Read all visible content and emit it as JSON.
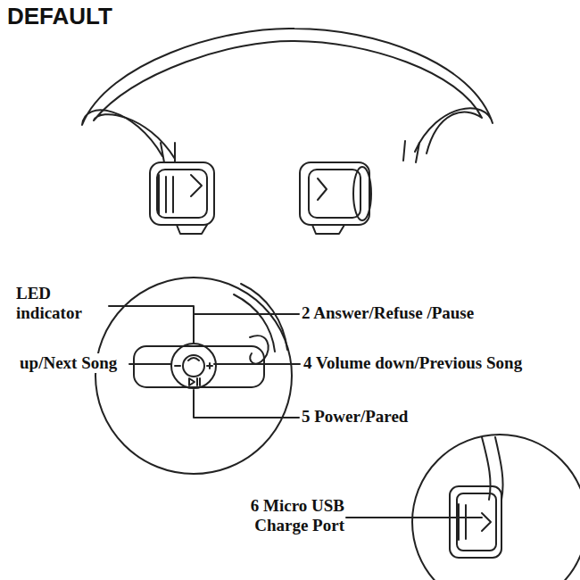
{
  "diagram": {
    "labels": [
      "DEFAULT",
      "LED indicator",
      "2 Answer/Refuse /Pause",
      "up/Next Song",
      "4 Volume down/Previous Song",
      "5 Power/Pared",
      "6 Micro USB Charge Port"
    ]
  }
}
